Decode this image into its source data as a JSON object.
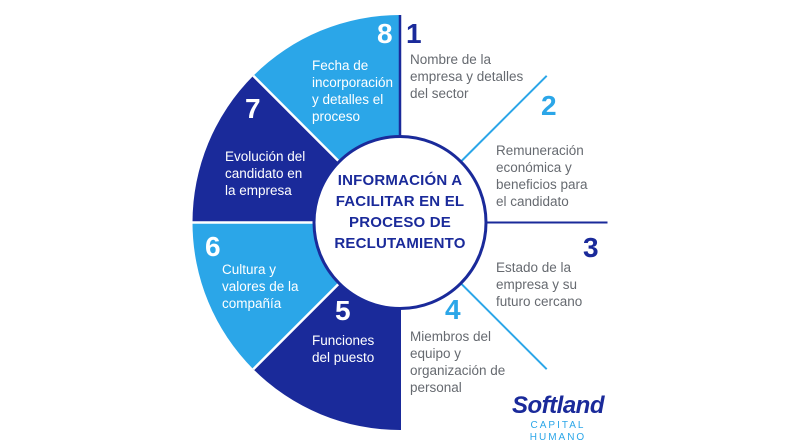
{
  "colors": {
    "navy": "#1a2a9a",
    "sky": "#2ba6e8",
    "line_blue": "#2ba6e8",
    "line_navy": "#1a2a9a",
    "ring": "#1a2a9a",
    "text_gray": "#666a70"
  },
  "center": {
    "lines": [
      "INFORMACIÓN A",
      "FACILITAR EN EL",
      "PROCESO DE",
      "RECLUTAMIENTO"
    ]
  },
  "segments": [
    {
      "number": "1",
      "lines": [
        "Nombre de la",
        "empresa y detalles",
        "del sector"
      ]
    },
    {
      "number": "2",
      "lines": [
        "Remuneración",
        "económica y",
        "beneficios para",
        "el candidato"
      ]
    },
    {
      "number": "3",
      "lines": [
        "Estado de la",
        "empresa y su",
        "futuro cercano"
      ]
    },
    {
      "number": "4",
      "lines": [
        "Miembros del",
        "equipo y",
        "organización de",
        "personal"
      ]
    },
    {
      "number": "5",
      "lines": [
        "Funciones",
        "del puesto"
      ]
    },
    {
      "number": "6",
      "lines": [
        "Cultura y",
        "valores de la",
        "compañía"
      ]
    },
    {
      "number": "7",
      "lines": [
        "Evolución del",
        "candidato en",
        "la empresa"
      ]
    },
    {
      "number": "8",
      "lines": [
        "Fecha de",
        "incorporación",
        "y detalles el",
        "proceso"
      ]
    }
  ],
  "brand": {
    "name": "Softland",
    "subtitle": "CAPITAL HUMANO"
  }
}
